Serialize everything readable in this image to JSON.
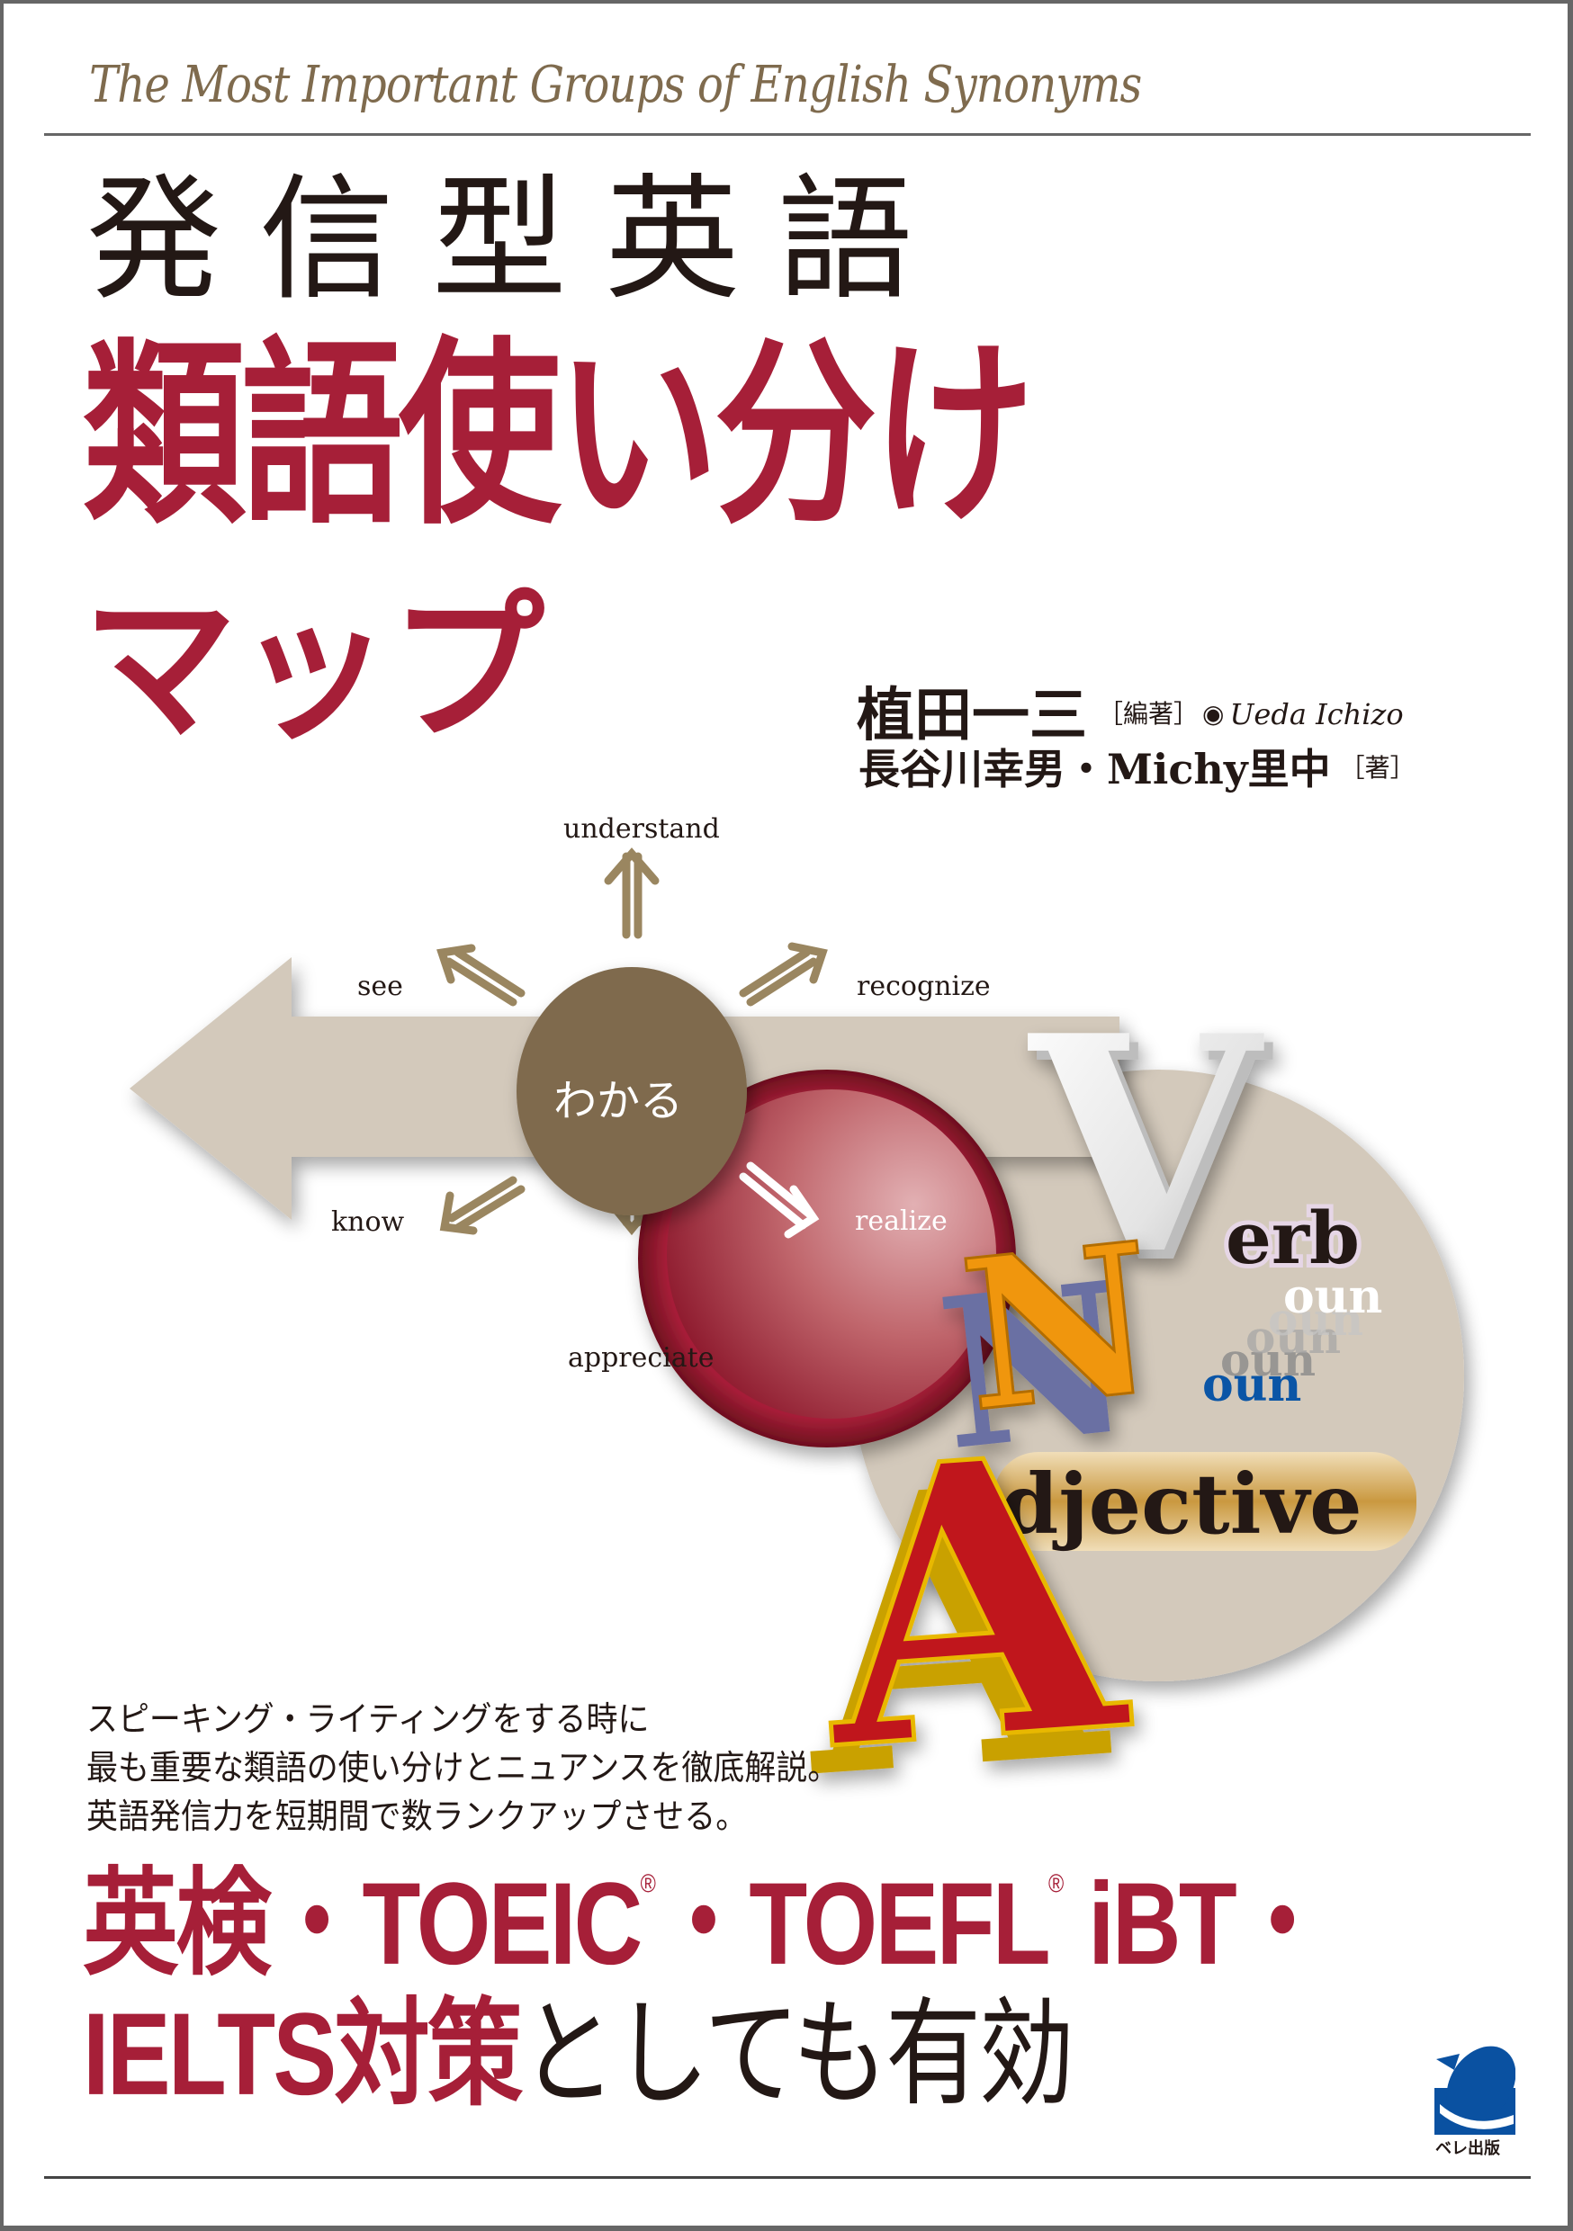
{
  "cover": {
    "english_subtitle": "The Most Important Groups of English Synonyms",
    "title": {
      "line1": "発信型英語",
      "line2": "類語使い分け",
      "line3": "マップ"
    },
    "authors": {
      "editor": {
        "name": "植田一三",
        "role": "［編著］",
        "bullet": "◉",
        "roman": "Ueda Ichizo"
      },
      "writers": {
        "names": "長谷川幸男・Michy里中",
        "role": "［著］"
      }
    },
    "illustration": {
      "center_word": "わかる",
      "synonyms": {
        "up": "understand",
        "up_left": "see",
        "up_right": "recognize",
        "down_left": "know",
        "down": "appreciate",
        "down_right": "realize"
      },
      "parts_of_speech": {
        "verb_initial": "V",
        "verb_rest": "erb",
        "noun_initial": "N",
        "noun_rest": "oun",
        "adjective_initial": "A",
        "adjective_rest": "djective"
      },
      "colors": {
        "arrow_band": "#d3c9bb",
        "center_circle": "#7f6b4e",
        "red_button": "#a61f38",
        "a_letter": "#c0141c",
        "a_side": "#c9a100",
        "n_letter": "#f0960a",
        "n_shadow": "#6a6fa3",
        "noun_blue": "#0a55a6"
      }
    },
    "description": [
      "スピーキング・ライティングをする時に",
      "最も重要な類語の使い分けとニュアンスを徹底解説。",
      "英語発信力を短期間で数ランクアップさせる。"
    ],
    "promo": {
      "line1_part1": "英検・TOEIC",
      "reg1": "®",
      "line1_part2": "・TOEFL",
      "reg2": "®",
      "line1_part3": " iBT・",
      "line2_red": "IELTS対策",
      "line2_black": "としても有効"
    },
    "publisher": {
      "name": "ベレ出版",
      "logo_color": "#0a51a1"
    },
    "colors": {
      "accent_red": "#a61f38",
      "subtitle_brown": "#7f6b4e",
      "text_dark": "#231815"
    }
  }
}
